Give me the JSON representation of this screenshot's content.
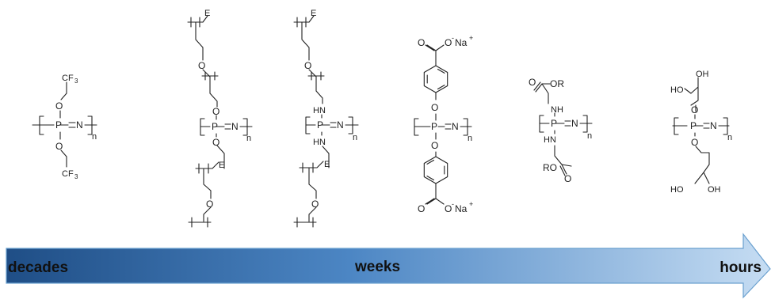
{
  "timeline": {
    "start_label": "decades",
    "middle_label": "weeks",
    "end_label": "hours",
    "gradient_start": "#1f4e86",
    "gradient_end": "#c6ddf3",
    "border_color": "#6aa0cf"
  },
  "atoms": {
    "P": "P",
    "N": "N",
    "O": "O",
    "NH": "NH",
    "HN": "HN",
    "E": "E",
    "n": "n",
    "CF3": "CF",
    "sub3": "3",
    "ONa": "O",
    "minus": "-",
    "Na": "Na",
    "plus": "+",
    "OR": "OR",
    "RO": "RO",
    "OH": "OH",
    "HO": "HO"
  }
}
